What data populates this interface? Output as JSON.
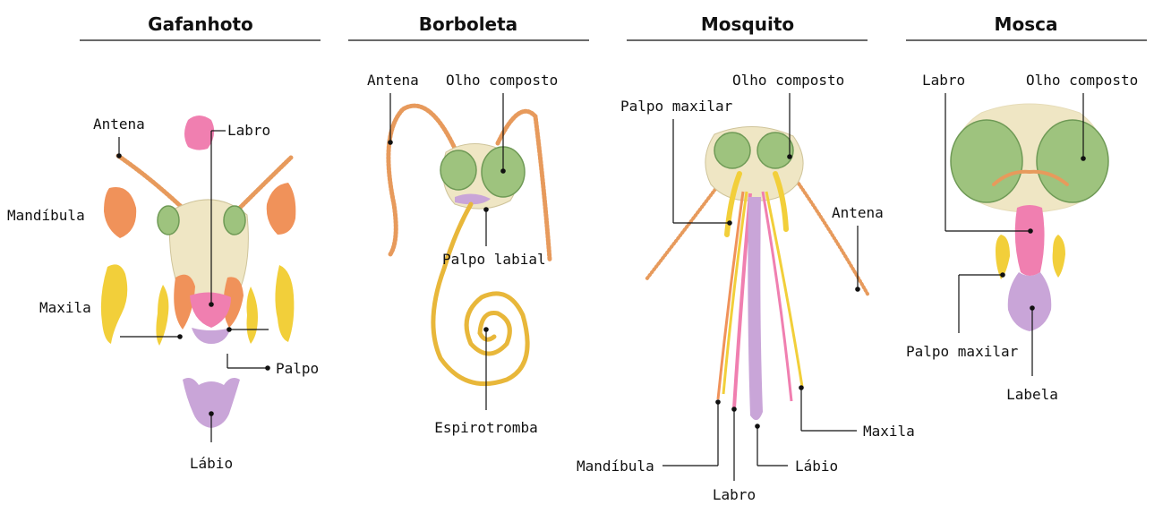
{
  "columns": [
    {
      "title": "Gafanhoto",
      "labels": {
        "antena": "Antena",
        "labro": "Labro",
        "mandibula": "Mandíbula",
        "maxila": "Maxila",
        "palpo": "Palpo",
        "labio": "Lábio"
      }
    },
    {
      "title": "Borboleta",
      "labels": {
        "antena": "Antena",
        "olho": "Olho composto",
        "palpo_labial": "Palpo labial",
        "espirotromba": "Espirotromba"
      }
    },
    {
      "title": "Mosquito",
      "labels": {
        "olho": "Olho composto",
        "palpo_maxilar": "Palpo maxilar",
        "antena": "Antena",
        "maxila": "Maxila",
        "mandibula": "Mandíbula",
        "labio": "Lábio",
        "labro": "Labro"
      }
    },
    {
      "title": "Mosca",
      "labels": {
        "labro": "Labro",
        "olho": "Olho composto",
        "palpo_maxilar": "Palpo maxilar",
        "labela": "Labela"
      }
    }
  ],
  "colors": {
    "head": "#efe6c4",
    "eye": "#9ec37e",
    "eye_dark": "#6f9a56",
    "labrum": "#f07fb0",
    "mandible": "#f0925a",
    "maxilla": "#f2cf3a",
    "labium": "#c9a5d8",
    "antenna": "#e79a5c",
    "proboscis": "#e8b73a"
  }
}
